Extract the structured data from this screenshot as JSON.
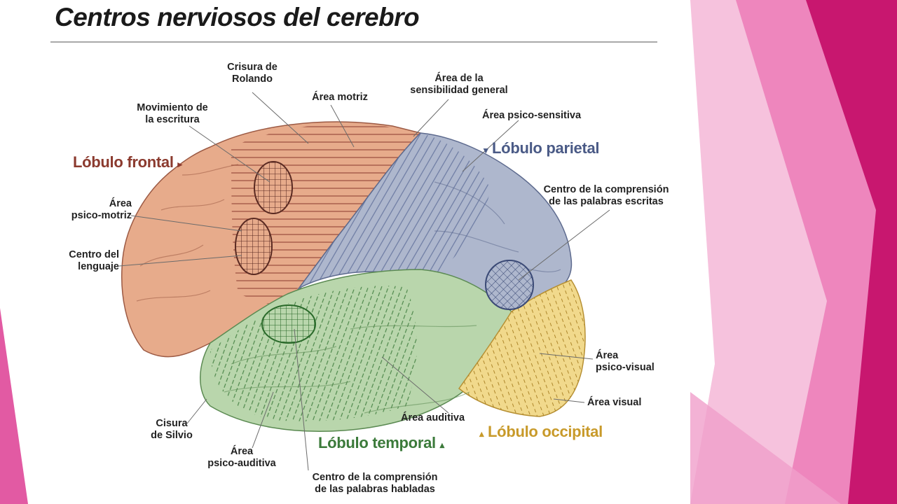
{
  "slide": {
    "title": "Centros nerviosos del cerebro"
  },
  "colors": {
    "frontal": "#8b3a2e",
    "parietal": "#4a5a86",
    "temporal": "#3b7a3a",
    "occipital": "#c89a2a",
    "frontal_fill": "#e7ab8b",
    "parietal_fill": "#aeb7cd",
    "temporal_fill": "#b9d6ac",
    "occipital_fill": "#f1d98c",
    "pink_dark": "#c8176f",
    "pink_mid": "#e45aa6",
    "pink_light": "#f4b8d8"
  },
  "lobes": {
    "frontal": {
      "label": "Lóbulo frontal",
      "marker": "▸"
    },
    "parietal": {
      "label": "Lóbulo parietal",
      "marker": "▾"
    },
    "temporal": {
      "label": "Lóbulo temporal",
      "marker": "▴"
    },
    "occipital": {
      "label": "Lóbulo occipital",
      "marker": "▴"
    }
  },
  "labels": {
    "crisura_rolando": "Crisura de\nRolando",
    "area_motriz": "Área motriz",
    "area_sensibilidad": "Área de la\nsensibilidad general",
    "area_psico_sensitiva": "Área psico-sensitiva",
    "movimiento_escritura": "Movimiento de\nla escritura",
    "area_psico_motriz": "Área\npsico-motriz",
    "centro_lenguaje": "Centro del\nlenguaje",
    "comprension_escritas": "Centro de la comprensión\nde las palabras escritas",
    "area_psico_visual": "Área\npsico-visual",
    "area_visual": "Área visual",
    "area_auditiva": "Área auditiva",
    "cisura_silvio": "Cisura\nde Silvio",
    "area_psico_auditiva": "Área\npsico-auditiva",
    "comprension_habladas": "Centro de la comprensión\nde las palabras habladas"
  }
}
